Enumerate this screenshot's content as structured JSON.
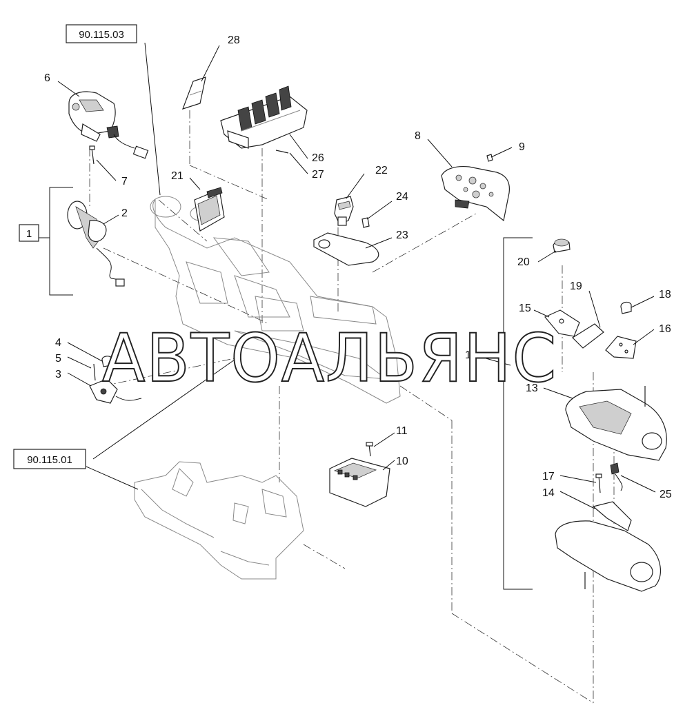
{
  "ref_boxes": [
    {
      "id": "ref-90-115-03",
      "text": "90.115.03"
    },
    {
      "id": "ref-1",
      "text": "1"
    },
    {
      "id": "ref-90-115-01",
      "text": "90.115.01"
    }
  ],
  "labels": [
    "28",
    "6",
    "7",
    "2",
    "21",
    "26",
    "27",
    "22",
    "24",
    "23",
    "8",
    "9",
    "20",
    "19",
    "15",
    "18",
    "16",
    "4",
    "5",
    "3",
    "12",
    "13",
    "11",
    "10",
    "17",
    "14",
    "25"
  ],
  "watermark": "АВТОАЛЬЯНС"
}
